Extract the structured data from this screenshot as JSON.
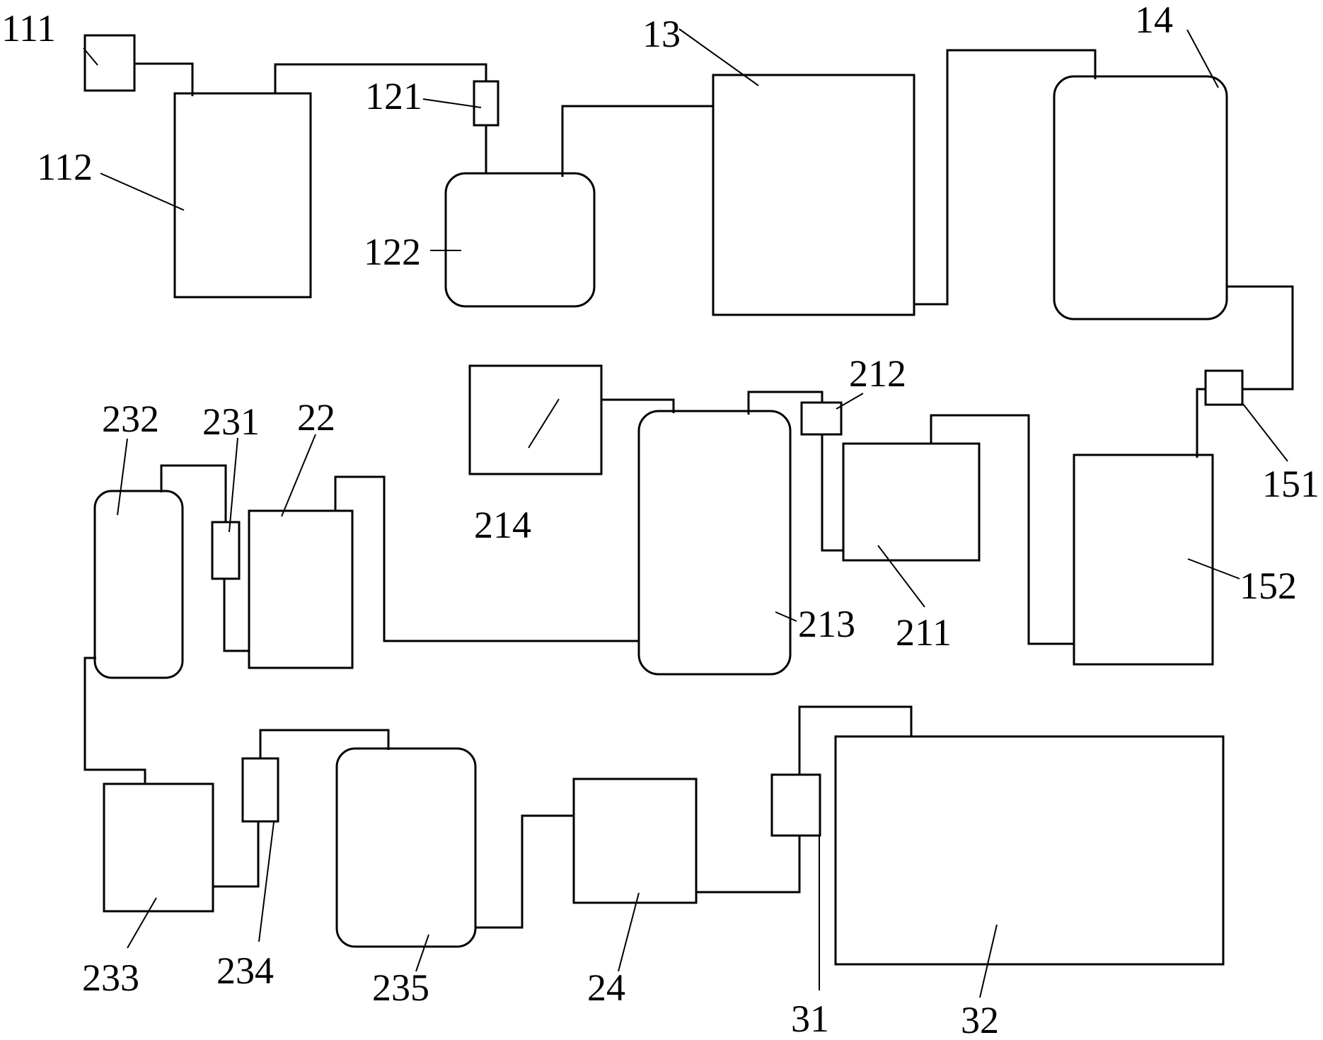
{
  "labels": {
    "l111": "111",
    "l112": "112",
    "l121": "121",
    "l122": "122",
    "l13": "13",
    "l14": "14",
    "l151": "151",
    "l152": "152",
    "l211": "211",
    "l212": "212",
    "l213": "213",
    "l214": "214",
    "l22": "22",
    "l231": "231",
    "l232": "232",
    "l233": "233",
    "l234": "234",
    "l235": "235",
    "l24": "24",
    "l31": "31",
    "l32": "32"
  },
  "colors": {
    "line": "#000000",
    "background": "#ffffff"
  }
}
